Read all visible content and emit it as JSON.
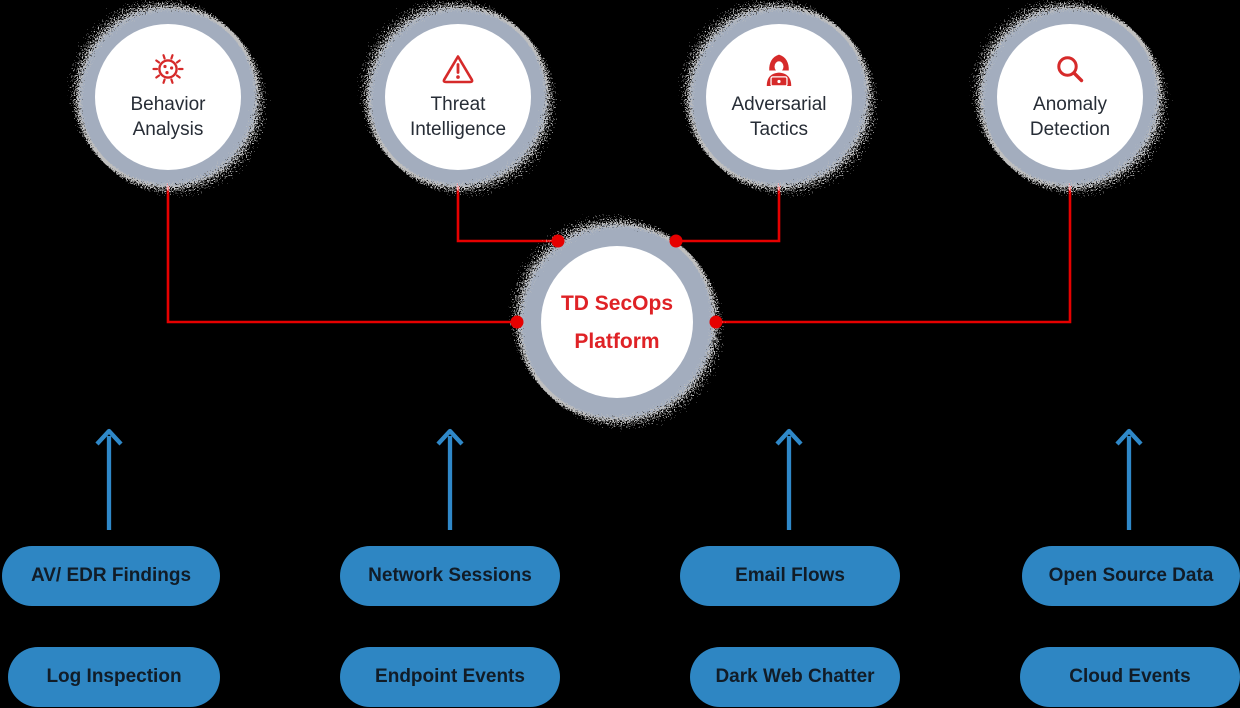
{
  "canvas": {
    "background": "#000000"
  },
  "colors": {
    "pill_blue": "#2e86c3",
    "arrow_blue": "#2f88c8",
    "connector_red": "#e60000",
    "title_red": "#df2226",
    "icon_red": "#d62a2a",
    "ring_gray_blue": "#a3adbe",
    "node_fill": "#ffffff",
    "node_text": "#272d36",
    "pill_text": "#111c27"
  },
  "platform_node": {
    "line1": "TD SecOps",
    "line2": "Platform"
  },
  "analysis_nodes": [
    {
      "label": "Behavior Analysis",
      "icon": "virus-icon"
    },
    {
      "label": "Threat Intelligence",
      "icon": "warning-triangle-icon"
    },
    {
      "label": "Adversarial Tactics",
      "icon": "hacker-icon"
    },
    {
      "label": "Anomaly Detection",
      "icon": "magnifier-icon"
    }
  ],
  "data_sources": {
    "row1": [
      "AV/ EDR Findings",
      "Network Sessions",
      "Email Flows",
      "Open Source Data"
    ],
    "row2": [
      "Log Inspection",
      "Endpoint Events",
      "Dark Web Chatter",
      "Cloud Events"
    ]
  }
}
